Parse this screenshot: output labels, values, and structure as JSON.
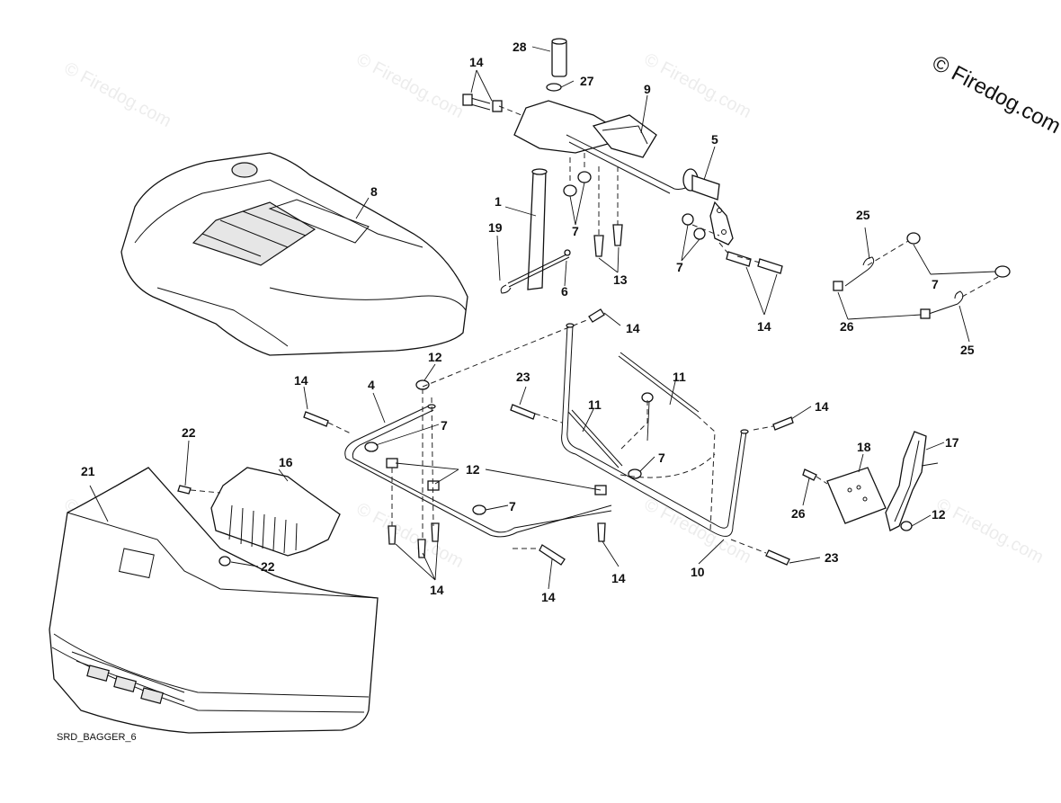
{
  "watermark": {
    "text": "© Firedog.com",
    "corner_text": "© Firedog.com"
  },
  "diagram": {
    "code": "SRD_BAGGER_6",
    "callouts": {
      "c28": "28",
      "c27": "27",
      "c14_top": "14",
      "c9": "9",
      "c5": "5",
      "c8": "8",
      "c1": "1",
      "c19": "19",
      "c6": "6",
      "c7_a": "7",
      "c13": "13",
      "c7_b": "7",
      "c14_right": "14",
      "c25_top": "25",
      "c7_c": "7",
      "c26_top": "26",
      "c25_bottom": "25",
      "c14_mid": "14",
      "c12_top": "12",
      "c14_left": "14",
      "c4": "4",
      "c23_top": "23",
      "c11_a": "11",
      "c11_b": "11",
      "c7_d": "7",
      "c7_e": "7",
      "c12_mid": "12",
      "c7_f": "7",
      "c14_far": "14",
      "c22_top": "22",
      "c16": "16",
      "c21": "21",
      "c22_bottom": "22",
      "c14_bottom_a": "14",
      "c14_bottom_b": "14",
      "c14_bottom_c": "14",
      "c10": "10",
      "c23_bottom": "23",
      "c18": "18",
      "c17": "17",
      "c26_bottom": "26",
      "c12_right": "12"
    }
  }
}
